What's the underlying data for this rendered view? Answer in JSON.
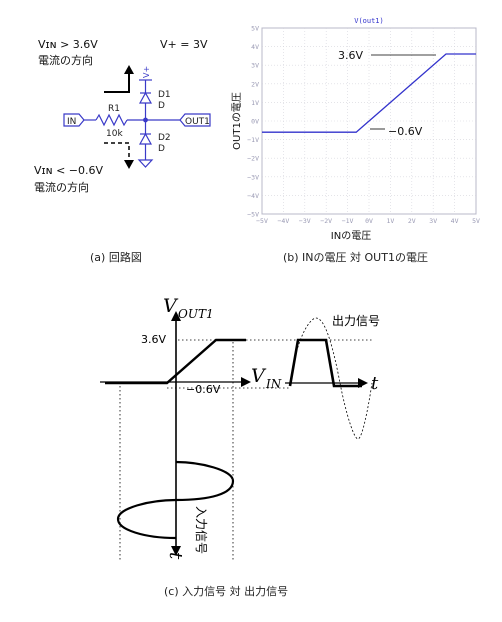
{
  "circuit": {
    "vin_gt": "Vɪɴ > 3.6V",
    "vin_gt_dir": "電流の方向",
    "vplus": "V+ = 3V",
    "vplus_pin": "V+",
    "vin_lt": "Vɪɴ < −0.6V",
    "vin_lt_dir": "電流の方向",
    "r1": "R1",
    "r1_value": "10k",
    "in_label": "IN",
    "out_label": "OUT1",
    "d1": "D1",
    "d1_type": "D",
    "d2": "D2",
    "d2_type": "D",
    "caption": "(a)  回路図"
  },
  "plot_b": {
    "trace_name": "V(out1)",
    "ylabel": "OUT1の電圧",
    "xlabel": "INの電圧",
    "ann_high": "3.6V",
    "ann_low": "−0.6V",
    "caption": "(b)  INの電圧 対 OUT1の電圧",
    "trace_color": "#3333cc"
  },
  "chart_data": {
    "type": "line",
    "title": "V(out1)",
    "xlabel": "INの電圧",
    "ylabel": "OUT1の電圧",
    "xlim": [
      -5,
      5
    ],
    "ylim": [
      -5,
      5
    ],
    "x_ticks": [
      "−5V",
      "−4V",
      "−3V",
      "−2V",
      "−1V",
      "0V",
      "1V",
      "2V",
      "3V",
      "4V",
      "5V"
    ],
    "y_ticks": [
      "5V",
      "4V",
      "3V",
      "2V",
      "1V",
      "0V",
      "−1V",
      "−2V",
      "−3V",
      "−4V",
      "−5V"
    ],
    "series": [
      {
        "name": "V(out1)",
        "x": [
          -5,
          -0.6,
          3.6,
          5
        ],
        "y": [
          -0.6,
          -0.6,
          3.6,
          3.6
        ]
      }
    ],
    "annotations": [
      "3.6V",
      "−0.6V"
    ],
    "grid": true
  },
  "diagram_c": {
    "vout_label_main": "V",
    "vout_label_sub": "OUT1",
    "vin_label_main": "V",
    "vin_label_sub": "IN",
    "t_label": "t",
    "t_label_bottom": "t",
    "level_high": "3.6V",
    "level_low": "−0.6V",
    "output_signal": "出力信号",
    "input_signal": "入力信号",
    "caption": "(c)  入力信号 対 出力信号"
  }
}
